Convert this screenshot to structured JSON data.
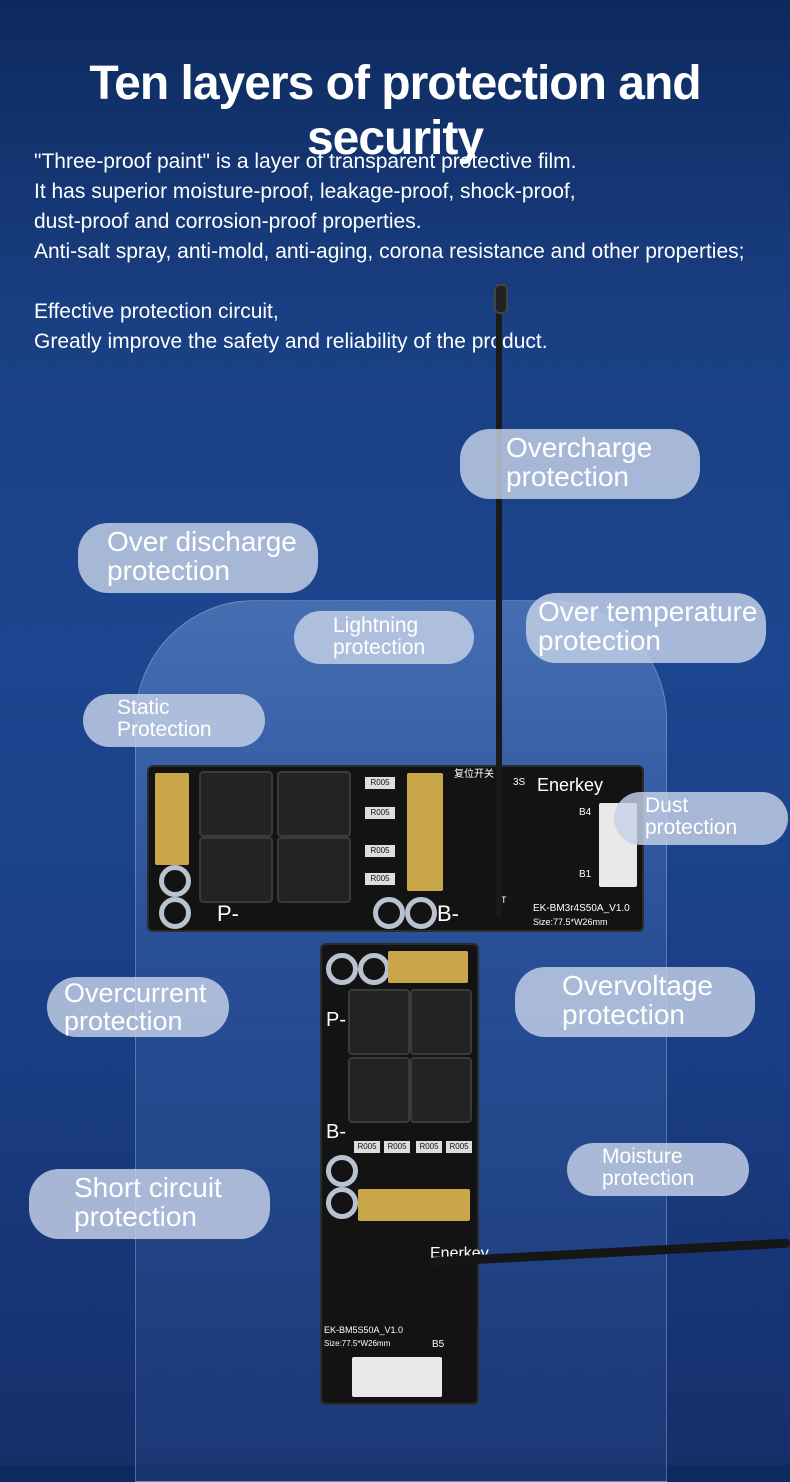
{
  "title": "Ten layers of protection and security",
  "paragraph1": [
    "\"Three-proof paint\" is a layer of transparent protective film.",
    "It has superior moisture-proof, leakage-proof, shock-proof,",
    "dust-proof and corrosion-proof properties.",
    "Anti-salt spray, anti-mold, anti-aging, corona resistance and other properties;"
  ],
  "paragraph2": [
    "Effective protection circuit,",
    "Greatly improve the safety and reliability of the product."
  ],
  "labels": {
    "overcharge": [
      "Overcharge",
      "protection"
    ],
    "over_discharge": [
      "Over discharge",
      "protection"
    ],
    "lightning": [
      "Lightning",
      "protection"
    ],
    "over_temperature": [
      "Over temperature",
      "protection"
    ],
    "static": [
      "Static",
      "Protection"
    ],
    "dust": [
      "Dust",
      "protection"
    ],
    "overcurrent": [
      "Overcurrent",
      "protection"
    ],
    "overvoltage": [
      "Overvoltage",
      "protection"
    ],
    "moisture": [
      "Moisture",
      "protection"
    ],
    "short_circuit": [
      "Short circuit",
      "protection"
    ]
  },
  "board1": {
    "reset_label": "复位开关",
    "cell_label": "3S",
    "brand": "Enerkey",
    "b4": "B4",
    "b1": "B1",
    "t_label": "T",
    "p_label": "P-",
    "b_label": "B-",
    "model": "EK-BM3r4S50A_V1.0",
    "size": "Size:77.5*W26mm",
    "resistor": "R005"
  },
  "board2": {
    "p_label": "P-",
    "b_label": "B-",
    "brand": "Enerkey",
    "model": "EK-BM5S50A_V1.0",
    "size": "Size:77.5*W26mm",
    "b5": "B5",
    "resistor": "R005"
  },
  "colors": {
    "background_top": "#0d2a5e",
    "background_mid": "#1d4690",
    "pill": "#c6d2e8",
    "board": "#131313",
    "pad": "#c9a64a"
  }
}
